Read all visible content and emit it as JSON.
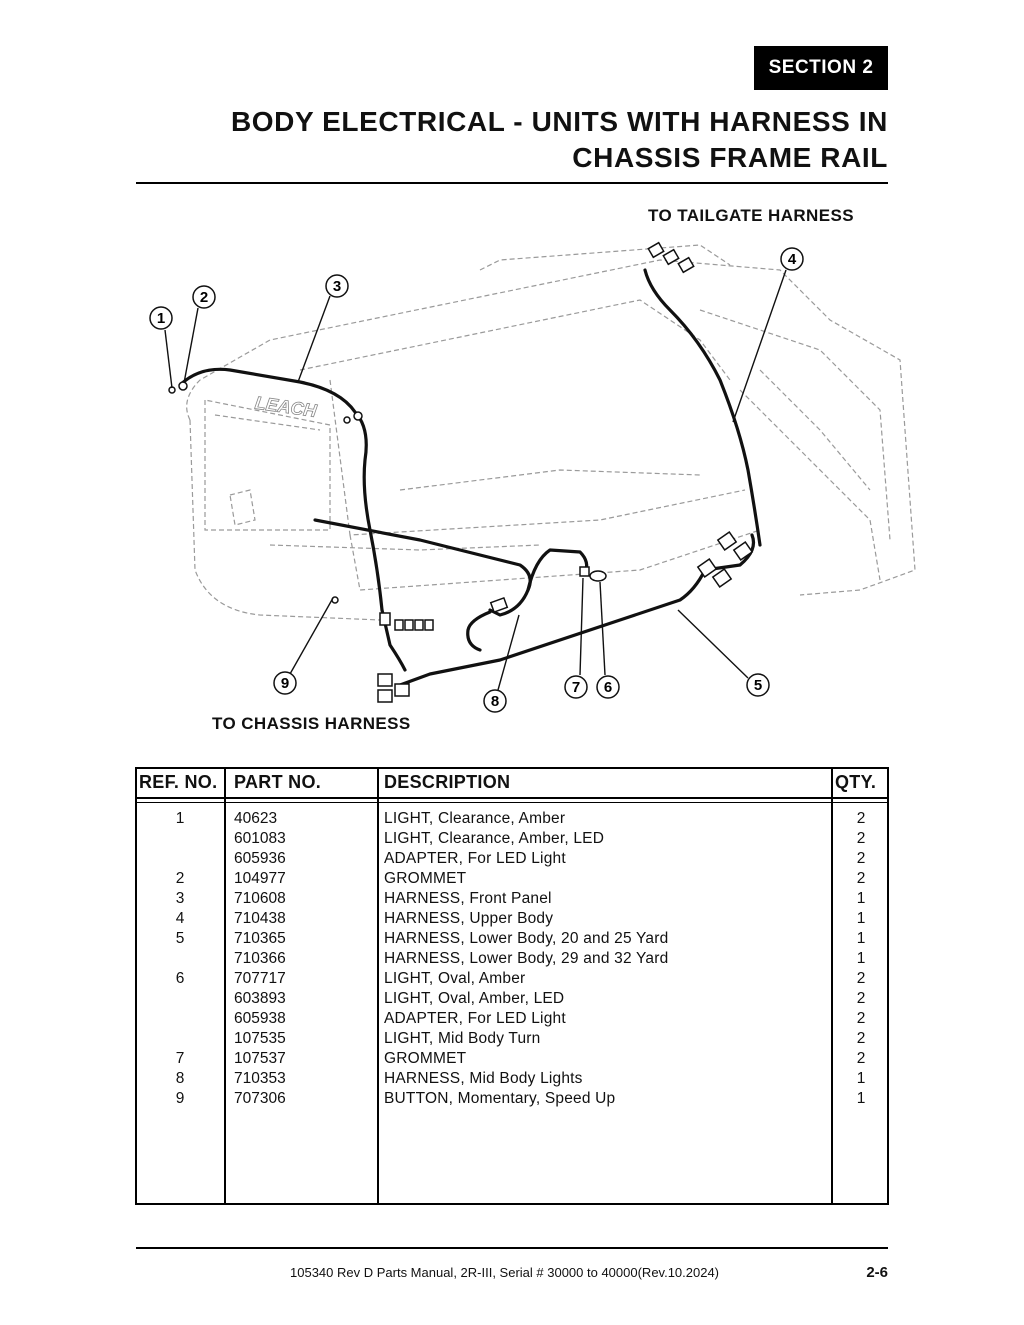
{
  "header": {
    "section": "SECTION 2",
    "title_line1": "BODY ELECTRICAL - UNITS WITH HARNESS IN",
    "title_line2": "CHASSIS FRAME RAIL"
  },
  "diagram": {
    "label_tailgate": "TO TAILGATE HARNESS",
    "label_chassis": "TO CHASSIS HARNESS",
    "body_brand": "LEACH",
    "callouts": [
      "1",
      "2",
      "3",
      "4",
      "5",
      "6",
      "7",
      "8",
      "9"
    ]
  },
  "table": {
    "headers": {
      "ref": "REF. NO.",
      "part": "PART NO.",
      "desc": "DESCRIPTION",
      "qty": "QTY."
    },
    "rows": [
      {
        "ref": "1",
        "part": "40623",
        "desc": "LIGHT, Clearance, Amber",
        "qty": "2"
      },
      {
        "ref": "",
        "part": "601083",
        "desc": "LIGHT, Clearance, Amber, LED",
        "qty": "2"
      },
      {
        "ref": "",
        "part": "605936",
        "desc": "ADAPTER, For LED Light",
        "qty": "2"
      },
      {
        "ref": "2",
        "part": "104977",
        "desc": "GROMMET",
        "qty": "2"
      },
      {
        "ref": "3",
        "part": "710608",
        "desc": "HARNESS, Front Panel",
        "qty": "1"
      },
      {
        "ref": "4",
        "part": "710438",
        "desc": "HARNESS, Upper Body",
        "qty": "1"
      },
      {
        "ref": "5",
        "part": "710365",
        "desc": "HARNESS, Lower Body, 20 and 25 Yard",
        "qty": "1"
      },
      {
        "ref": "",
        "part": "710366",
        "desc": "HARNESS, Lower Body, 29 and 32 Yard",
        "qty": "1"
      },
      {
        "ref": "6",
        "part": "707717",
        "desc": "LIGHT, Oval, Amber",
        "qty": "2"
      },
      {
        "ref": "",
        "part": "603893",
        "desc": "LIGHT, Oval, Amber, LED",
        "qty": "2"
      },
      {
        "ref": "",
        "part": "605938",
        "desc": "ADAPTER, For LED Light",
        "qty": "2"
      },
      {
        "ref": "",
        "part": "107535",
        "desc": "LIGHT, Mid Body Turn",
        "qty": "2"
      },
      {
        "ref": "7",
        "part": "107537",
        "desc": "GROMMET",
        "qty": "2"
      },
      {
        "ref": "8",
        "part": "710353",
        "desc": "HARNESS, Mid Body Lights",
        "qty": "1"
      },
      {
        "ref": "9",
        "part": "707306",
        "desc": "BUTTON, Momentary, Speed Up",
        "qty": "1"
      }
    ]
  },
  "footer": {
    "text": "105340 Rev D Parts Manual, 2R-III, Serial # 30000 to 40000(Rev.10.2024)",
    "page": "2-6"
  }
}
